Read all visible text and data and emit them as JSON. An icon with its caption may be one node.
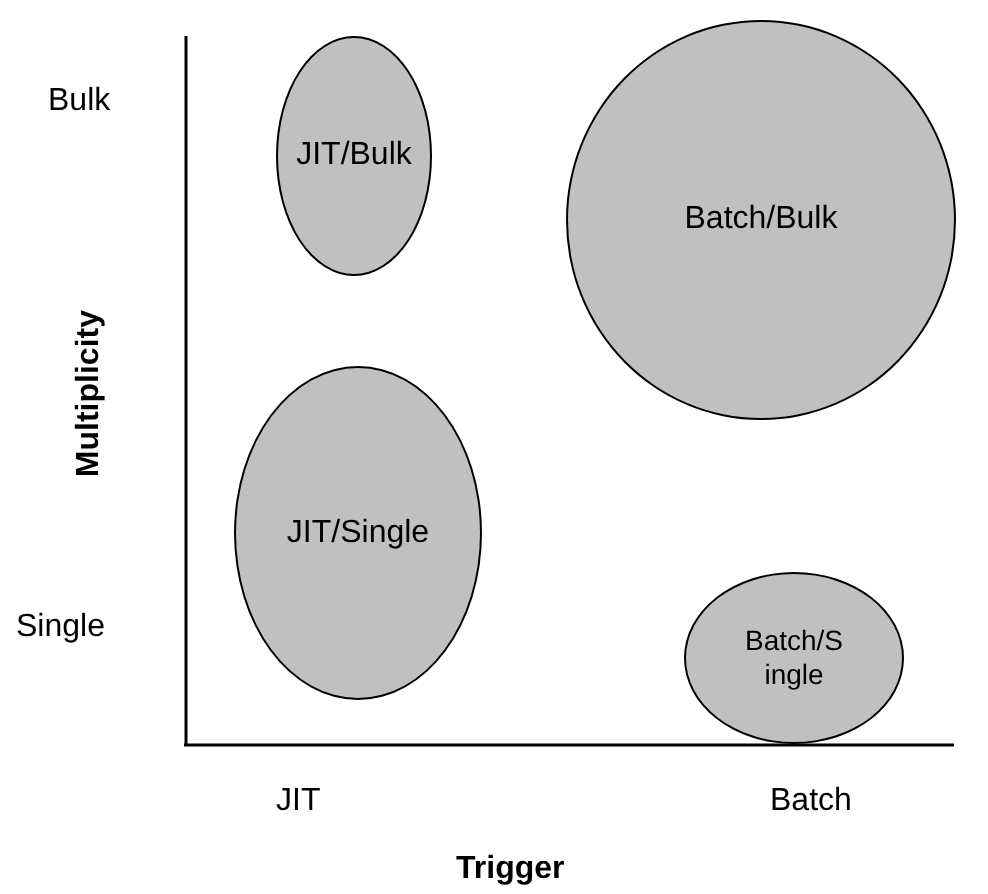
{
  "diagram": {
    "nodes": [
      {
        "text": [
          "JIT/Bulk"
        ]
      },
      {
        "text": [
          "Batch/Bulk"
        ]
      },
      {
        "text": [
          "JIT/Single"
        ]
      },
      {
        "text": [
          "Batch/Single"
        ]
      }
    ],
    "labels": [
      "Bulk",
      "Multiplicity",
      "Single",
      "JIT",
      "Batch",
      "Trigger"
    ]
  }
}
